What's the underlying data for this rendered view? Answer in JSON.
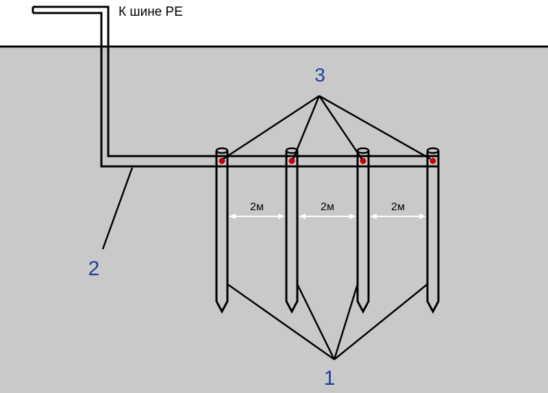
{
  "diagram": {
    "bus_label": "К шине РЕ",
    "callouts": {
      "electrodes": "1",
      "conductor": "2",
      "welds": "3"
    },
    "spacings": [
      "2м",
      "2м",
      "2м"
    ]
  },
  "colors": {
    "sky": "#ffffff",
    "ground": "#c9c9c9",
    "line": "#000000",
    "callout_text": "#1f3f9a",
    "weld": "#c40000",
    "electrode_fill": "#c9c9c9"
  }
}
